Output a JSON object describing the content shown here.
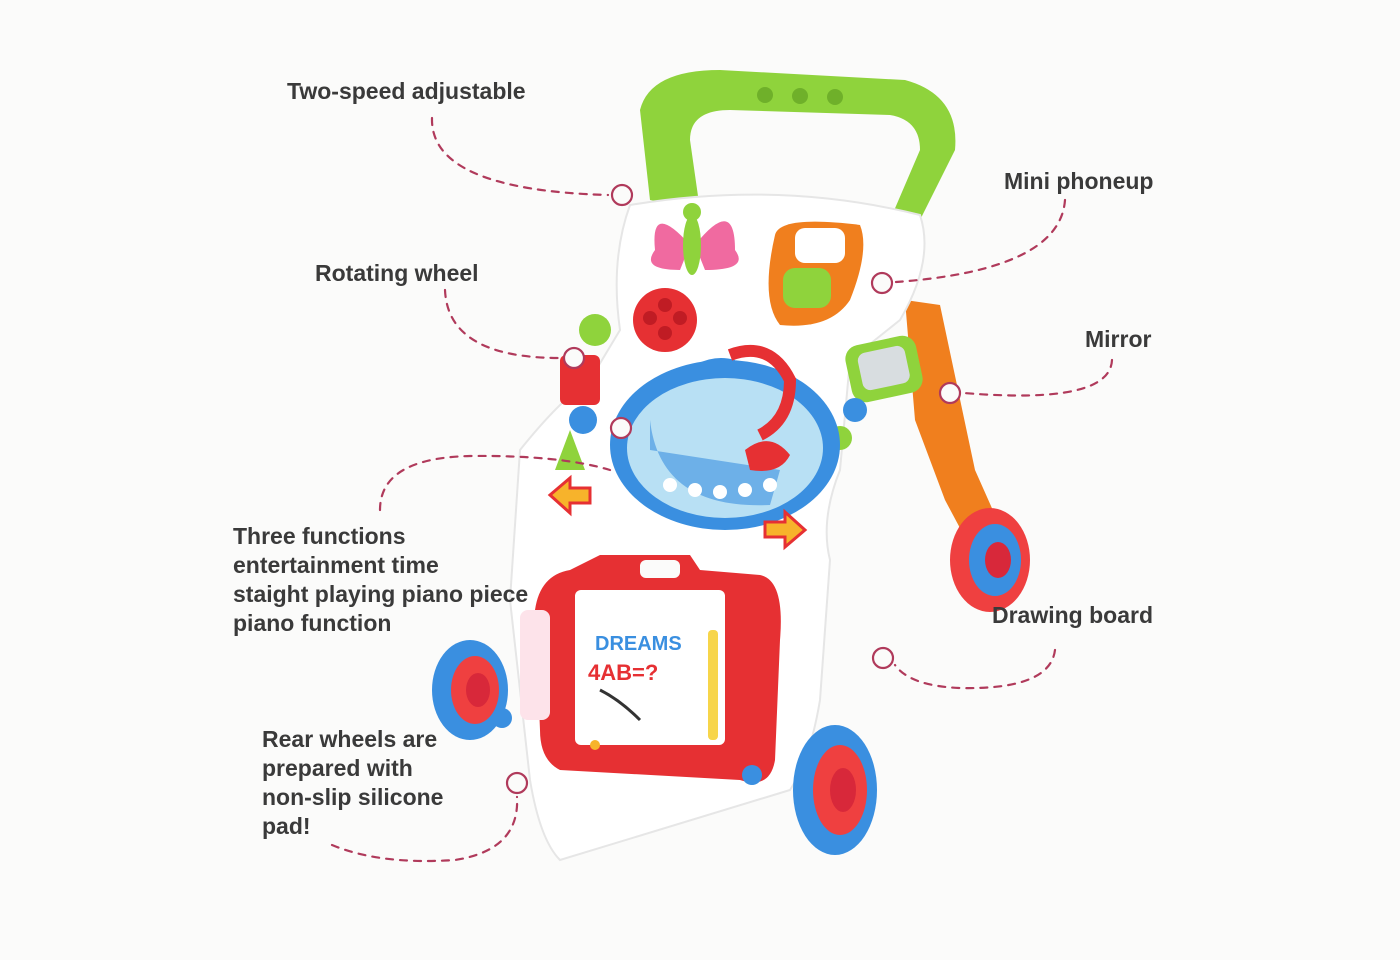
{
  "callouts": {
    "two_speed": "Two-speed adjustable",
    "mini_phone": "Mini phoneup",
    "rotating_wheel": "Rotating wheel",
    "mirror": "Mirror",
    "three_functions": [
      "Three functions",
      "entertainment time",
      "staight playing piano piece",
      "piano function"
    ],
    "drawing_board": "Drawing board",
    "rear_wheels": [
      "Rear wheels are",
      "prepared with",
      "non-slip silicone",
      "pad!"
    ]
  },
  "board_text": {
    "dreams": "DREAMS",
    "formula": "4AB=?"
  },
  "colors": {
    "handle": "#8fd33c",
    "body": "#ffffff",
    "frame_orange": "#f07f1e",
    "board_red": "#e63033",
    "wheel_blue": "#3a8fe0",
    "leader": "#b03a5b"
  }
}
